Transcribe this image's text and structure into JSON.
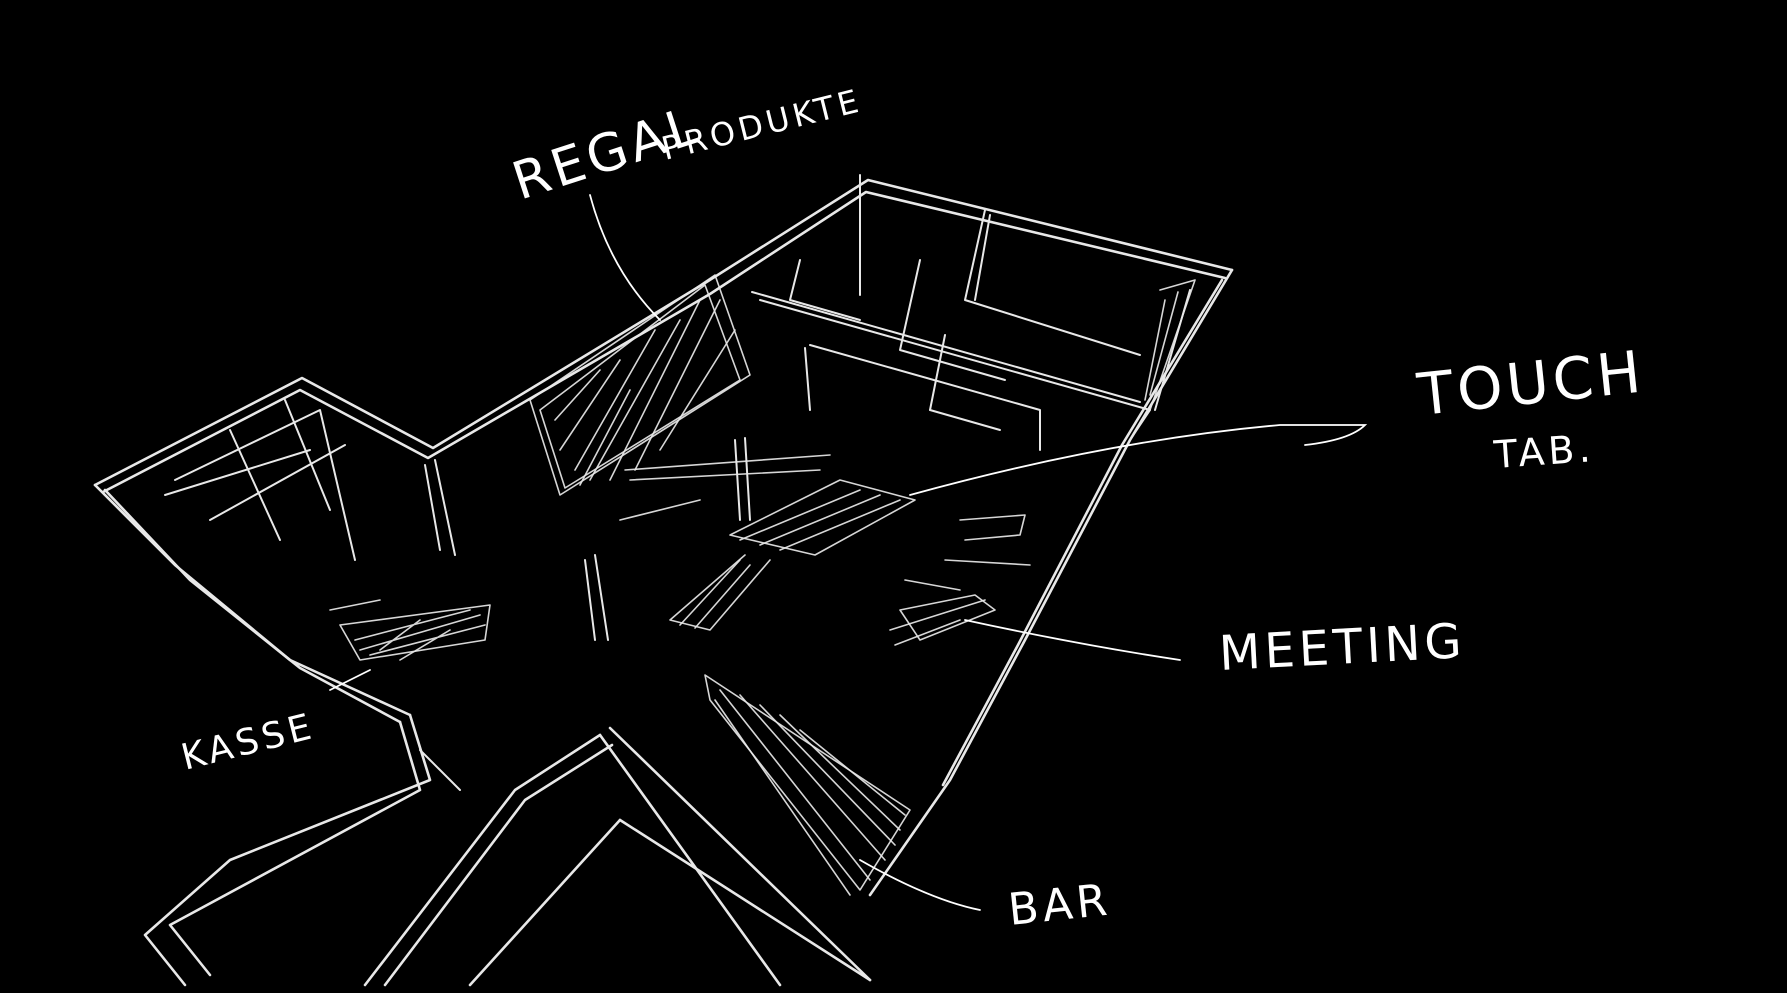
{
  "labels": {
    "regal": "REGAL",
    "produkte": "PRODUKTE",
    "touch": "TOUCH",
    "tab": "TAB.",
    "meeting": "MEETING",
    "kasse": "KASSE",
    "bar": "BAR"
  },
  "colors": {
    "background": "#000000",
    "stroke": "#e8e8e8",
    "text": "#ffffff"
  }
}
